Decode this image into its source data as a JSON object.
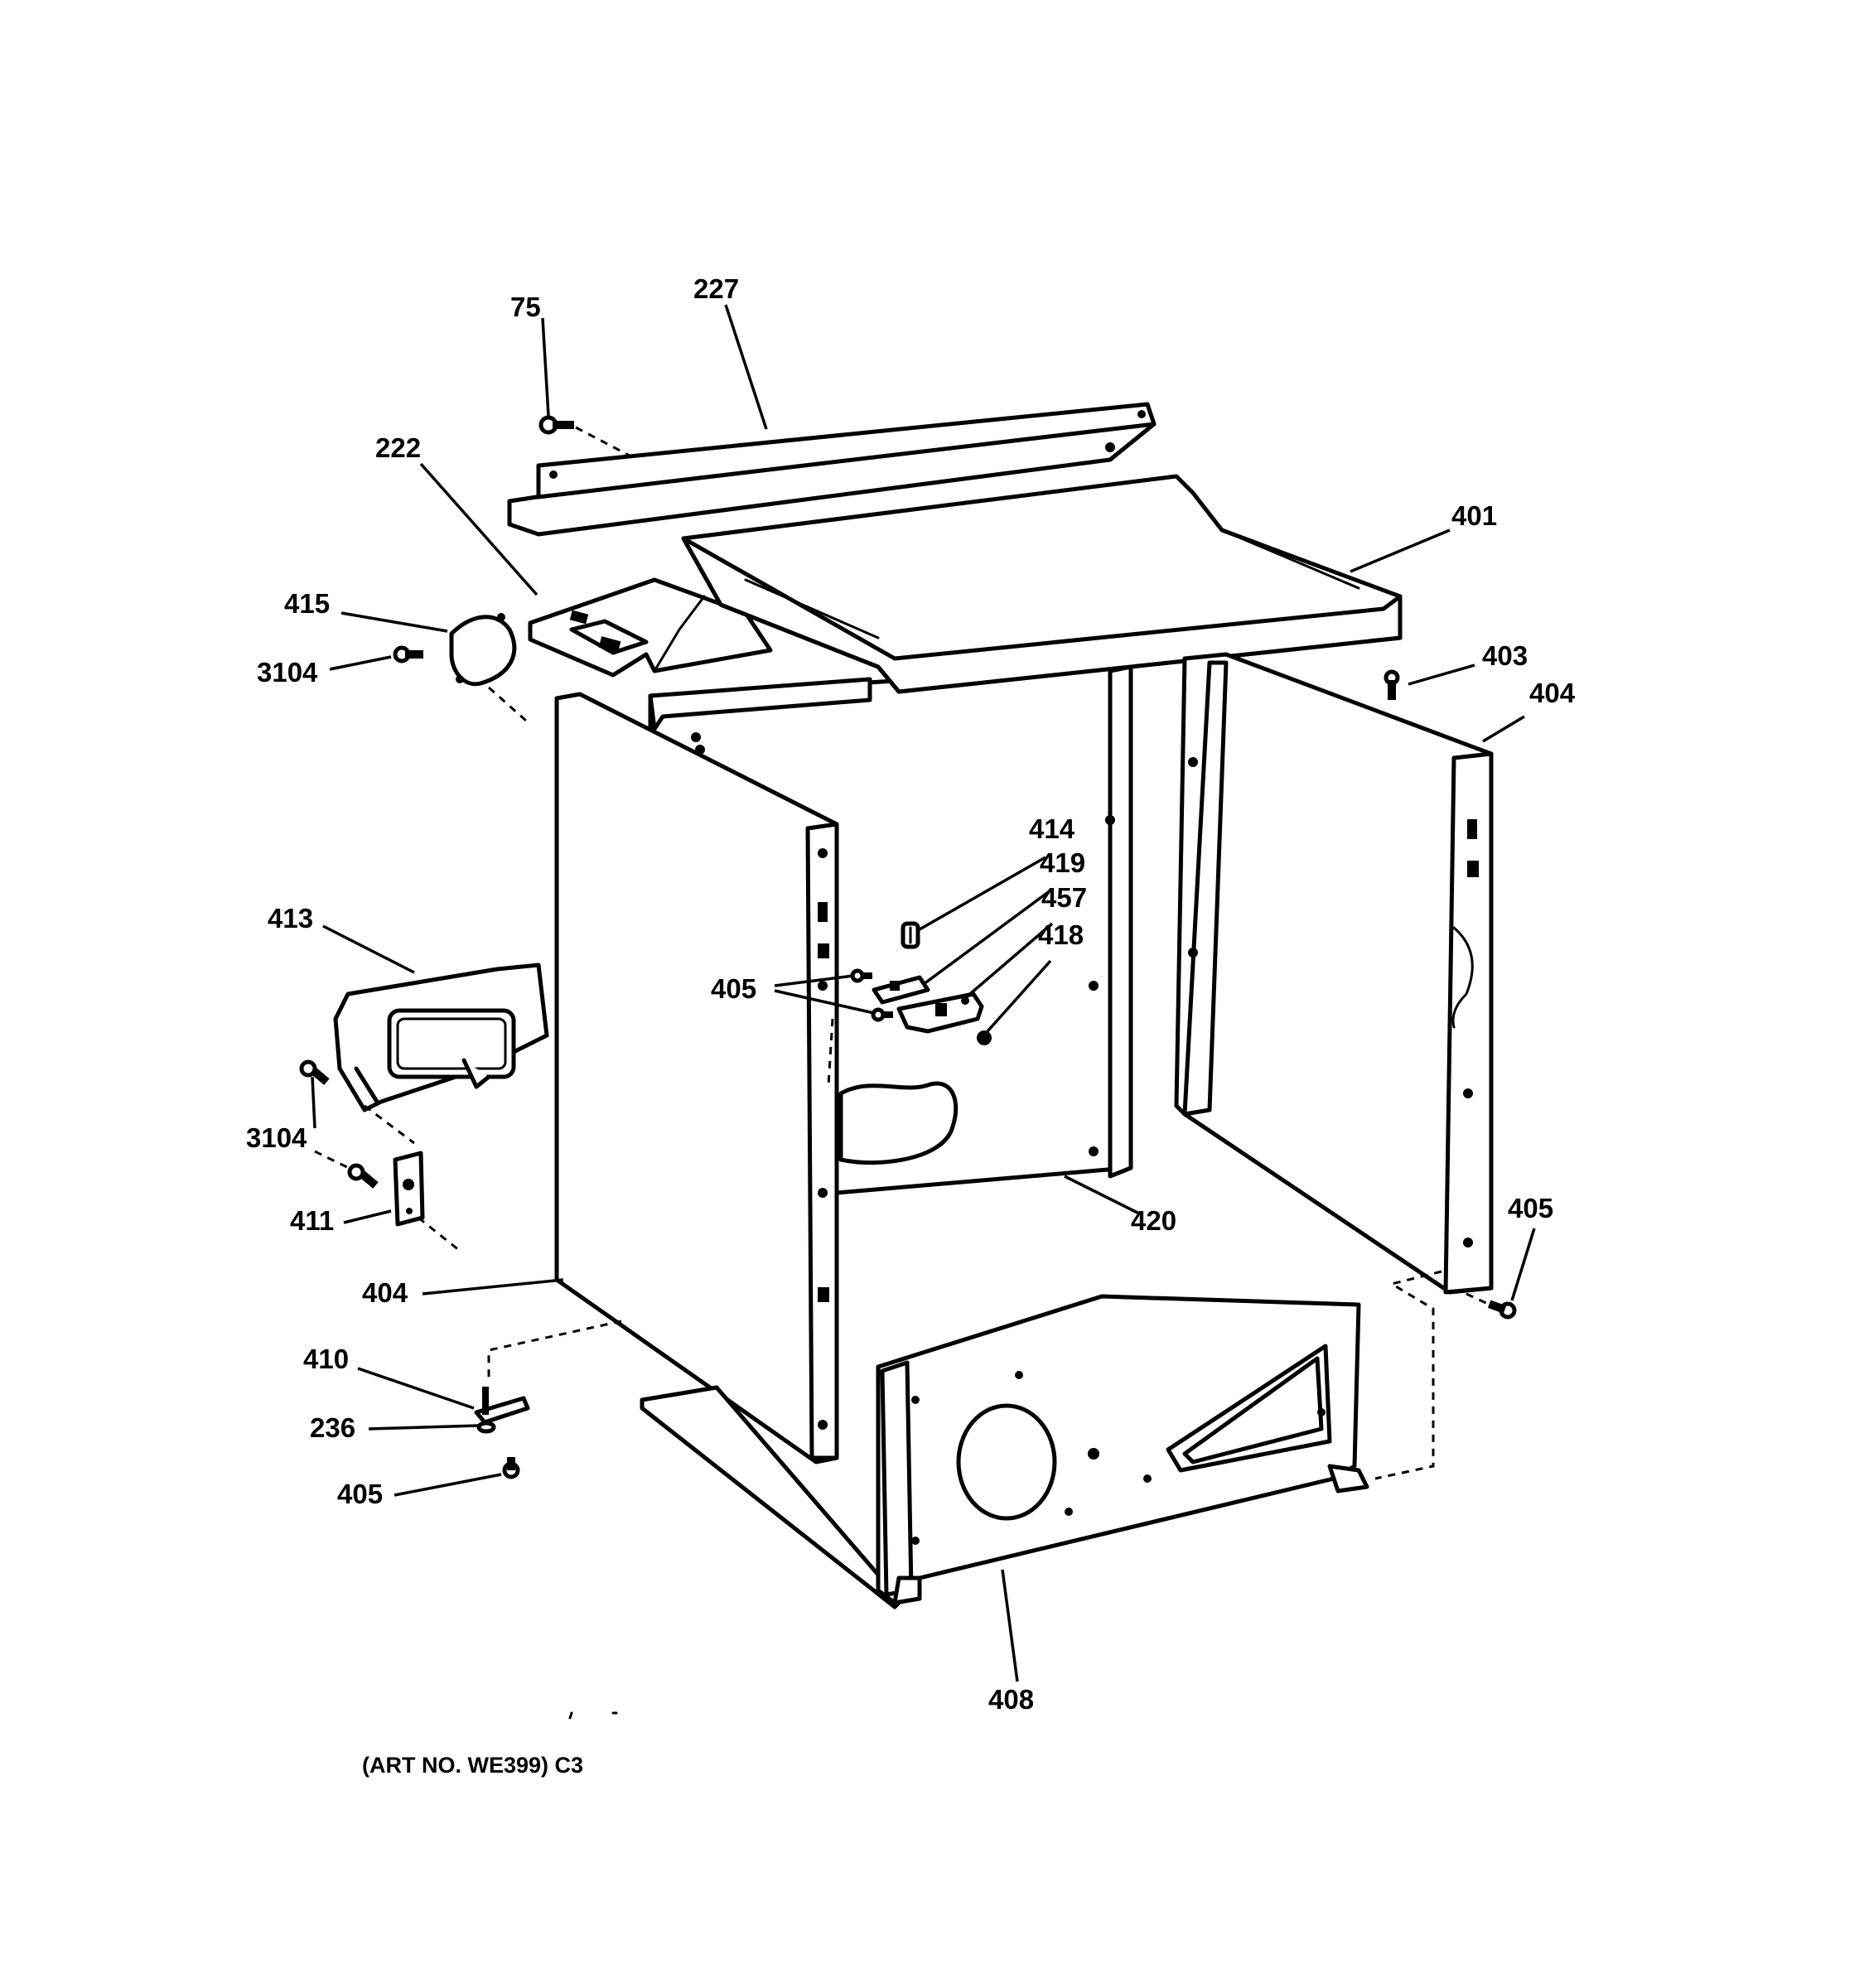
{
  "diagram": {
    "type": "exploded parts diagram",
    "line_color": "#000000",
    "background_color": "#ffffff",
    "callouts": {
      "c75": "75",
      "c227": "227",
      "c222": "222",
      "c401": "401",
      "c415": "415",
      "c3104_top": "3104",
      "c403": "403",
      "c404_right": "404",
      "c414": "414",
      "c419": "419",
      "c457": "457",
      "c418": "418",
      "c405_mid": "405",
      "c413": "413",
      "c3104_bottom": "3104",
      "c411": "411",
      "c420": "420",
      "c405_right": "405",
      "c404_left": "404",
      "c410": "410",
      "c236": "236",
      "c405_bottom": "405",
      "c408": "408"
    },
    "caption": "(ART NO. WE399) C3"
  }
}
